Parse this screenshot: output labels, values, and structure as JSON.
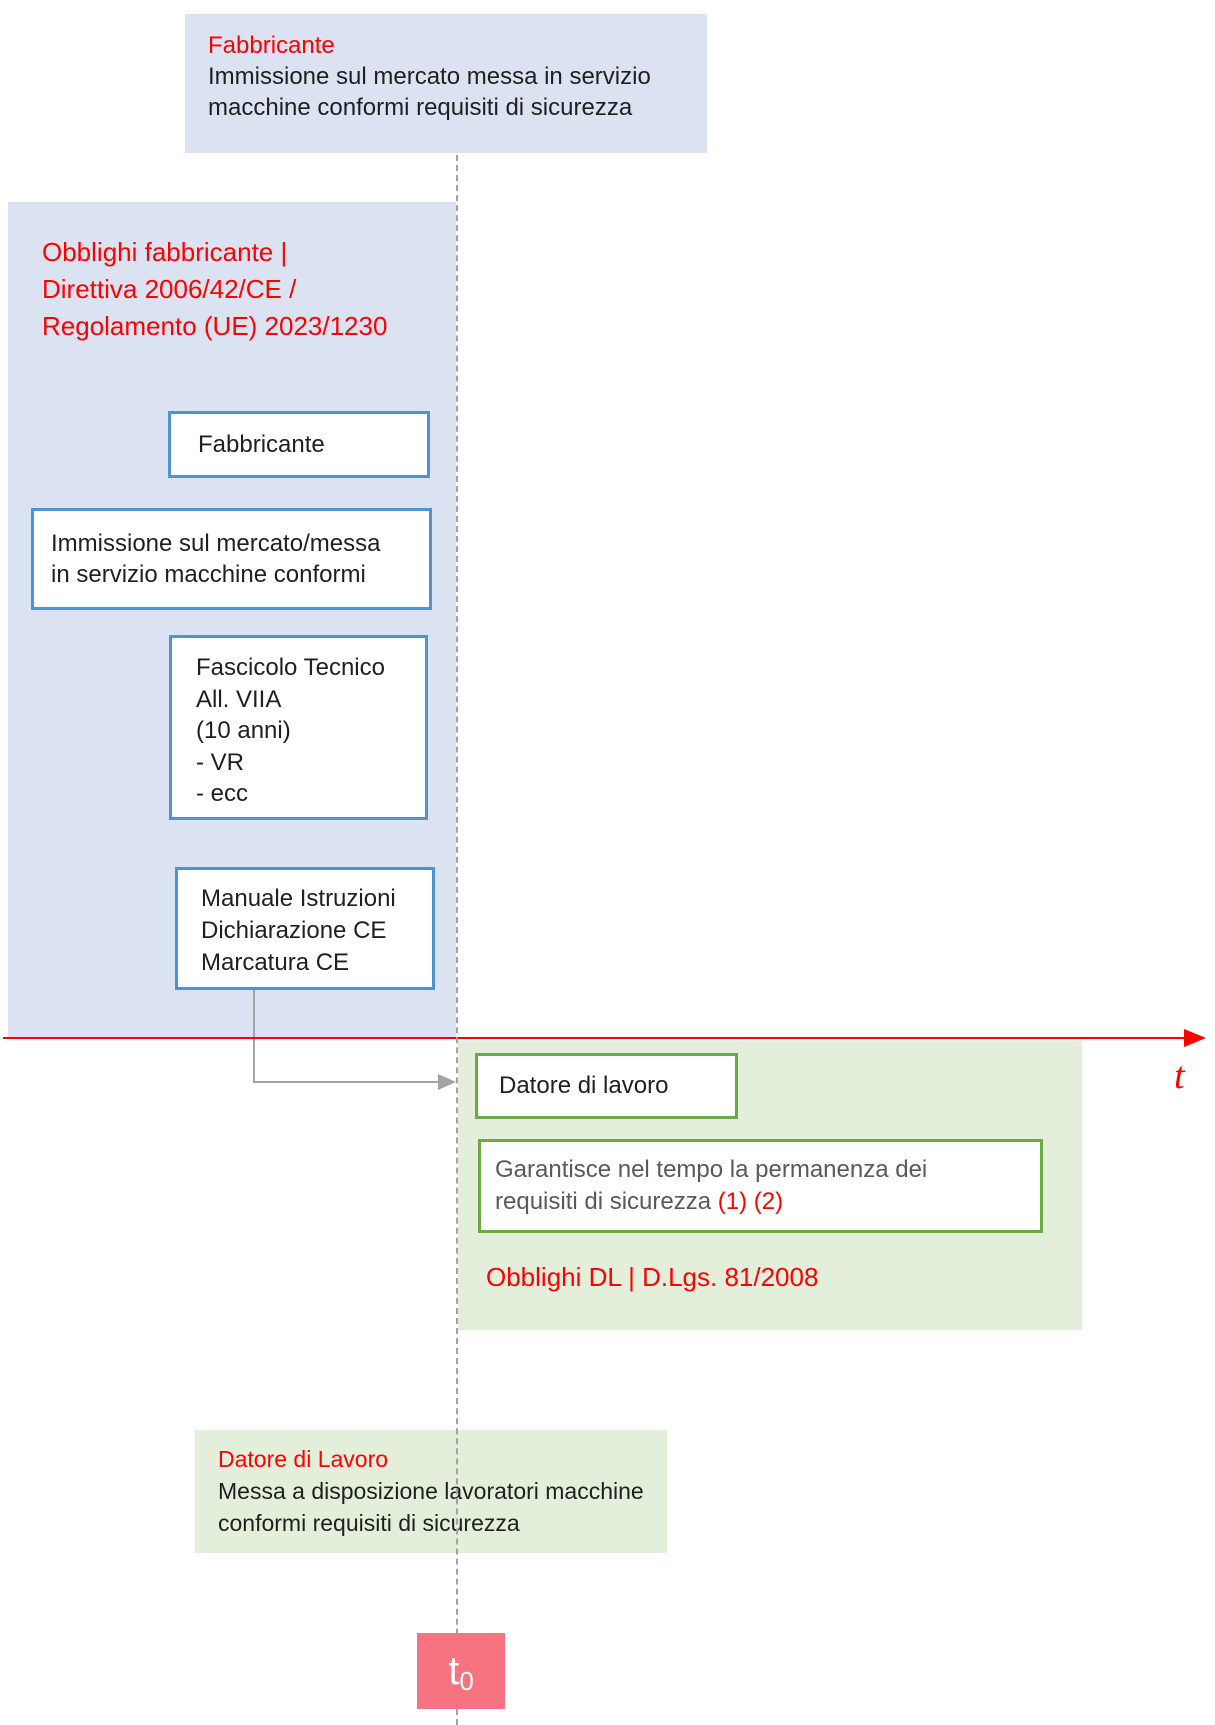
{
  "colors": {
    "panel_blue_bg": "#dbe3f3",
    "panel_green_bg": "#e3efda",
    "box_border_blue": "#4f94d0",
    "box_border_green": "#6caa45",
    "timeline_red": "#fe0000",
    "accent_red": "#ff0000",
    "connector_gray": "#a3a3a3",
    "t0_pink": "#f7737f",
    "text_dark": "#1f1f1f",
    "text_gray": "#595959"
  },
  "top_note": {
    "title": "Fabbricante",
    "body": "Immissione sul mercato messa in servizio\nmacchine conformi requisiti di sicurezza"
  },
  "manufacturer_panel": {
    "heading": "Obblighi fabbricante |\nDirettiva 2006/42/CE /\nRegolamento (UE) 2023/1230",
    "fabbricante_box": "Fabbricante",
    "immissione_box": "Immissione sul mercato/messa\nin servizio macchine conformi",
    "fascicolo_box": "Fascicolo Tecnico\nAll. VIIA\n(10 anni)\n- VR\n- ecc",
    "manuale_box": "Manuale Istruzioni\nDichiarazione CE\nMarcatura CE"
  },
  "timeline": {
    "axis_label": "t",
    "origin_label": "t",
    "origin_subscript": "0"
  },
  "employer_panel": {
    "datore_box": "Datore di lavoro",
    "garantisce_line1": "Garantisce nel tempo la permanenza dei",
    "garantisce_line2": "requisiti di sicurezza ",
    "garantisce_note": "(1) (2)",
    "heading": "Obblighi DL | D.Lgs. 81/2008"
  },
  "employer_note": {
    "title": "Datore di Lavoro",
    "body": "Messa a disposizione lavoratori macchine\nconformi requisiti di sicurezza"
  }
}
